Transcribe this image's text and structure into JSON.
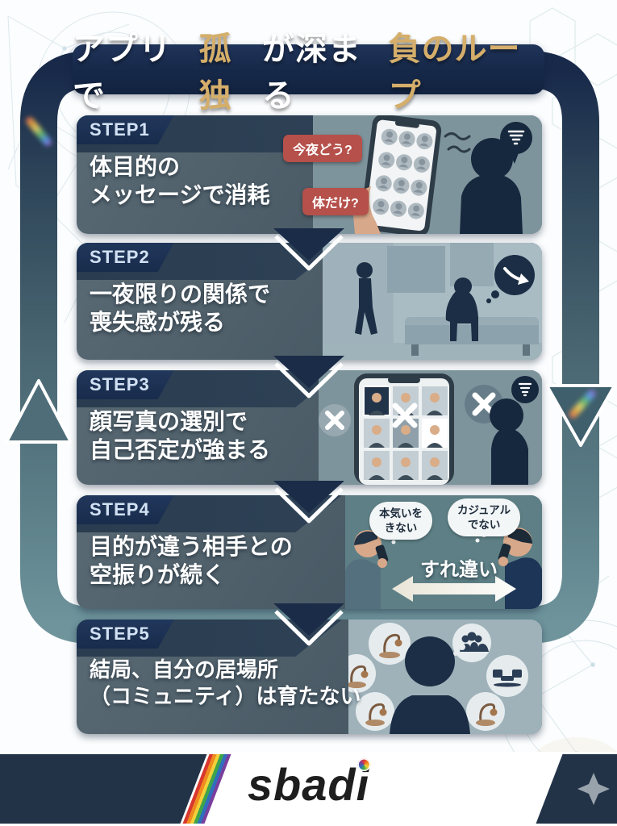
{
  "infographic": {
    "title": {
      "part1": "アプリで",
      "part2": "孤独",
      "part3": "が深まる",
      "part4": "負のループ"
    },
    "steps": [
      {
        "label": "STEP1",
        "line1": "体目的の",
        "line2": "メッセージで消耗",
        "badges": {
          "badge1": "今夜どう?",
          "badge2": "体だけ?"
        }
      },
      {
        "label": "STEP2",
        "line1": "一夜限りの関係で",
        "line2": "喪失感が残る"
      },
      {
        "label": "STEP3",
        "line1": "顔写真の選別で",
        "line2": "自己否定が強まる"
      },
      {
        "label": "STEP4",
        "line1": "目的が違う相手との",
        "line2": "空振りが続く",
        "bubbles": {
          "left1": "本気いを",
          "left2": "きない",
          "right1": "カジュアル",
          "right2": "でない",
          "center": "すれ違い"
        }
      },
      {
        "label": "STEP5",
        "line1": "結局、自分の居場所",
        "line2": "（コミュニティ）は育たない"
      }
    ],
    "footer": {
      "logo": "sbadi"
    },
    "colors": {
      "navy": "#1b2c4a",
      "gold": "#d4ae6a",
      "panel_slate": "#4d5e69",
      "badge_red": "#b5504a",
      "loop_teal": "#5e8089",
      "silhouette": "#16283e"
    }
  }
}
